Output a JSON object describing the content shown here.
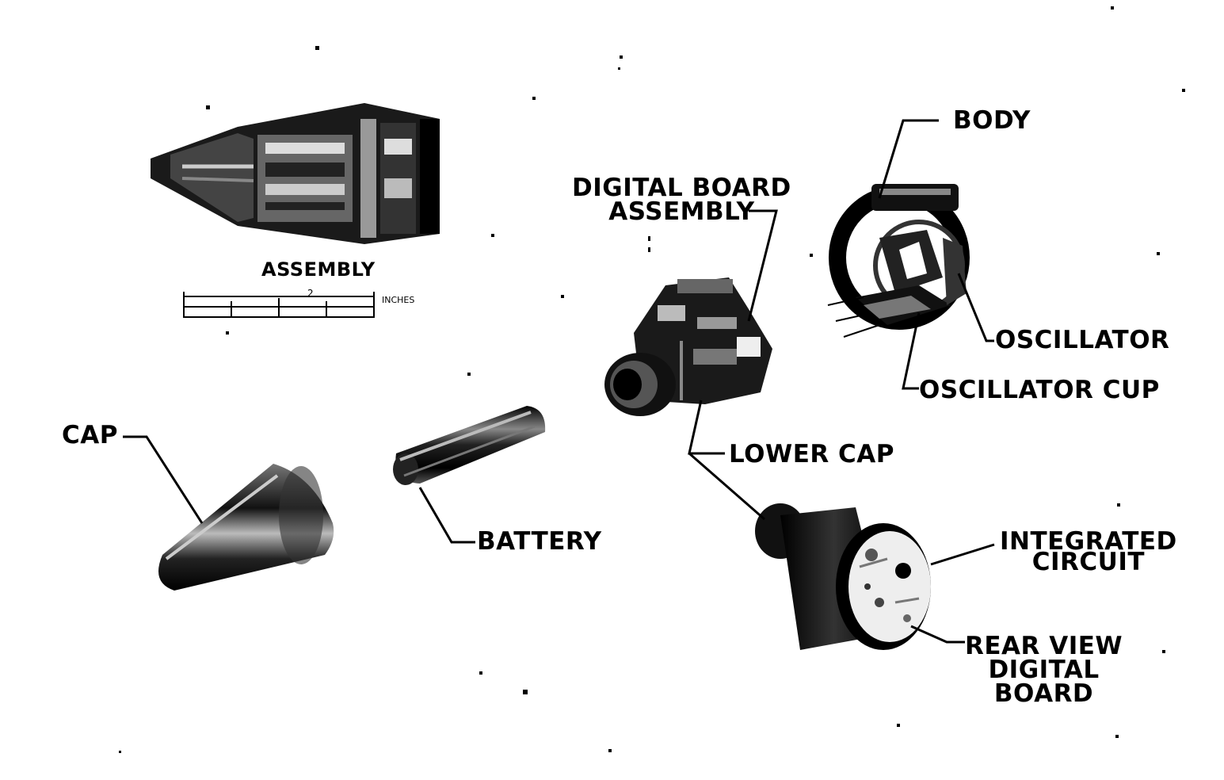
{
  "labels": {
    "assembly": "ASSEMBLY",
    "scale_unit": "INCHES",
    "scale_mid": "2",
    "digital_board_assembly_line1": "DIGITAL BOARD",
    "digital_board_assembly_line2": "ASSEMBLY",
    "body": "BODY",
    "oscillator": "OSCILLATOR",
    "oscillator_cup": "OSCILLATOR CUP",
    "cap": "CAP",
    "lower_cap": "LOWER CAP",
    "battery": "BATTERY",
    "integrated_circuit_line1": "INTEGRATED",
    "integrated_circuit_line2": "CIRCUIT",
    "rear_view_line1": "REAR VIEW",
    "rear_view_line2": "DIGITAL",
    "rear_view_line3": "BOARD"
  }
}
